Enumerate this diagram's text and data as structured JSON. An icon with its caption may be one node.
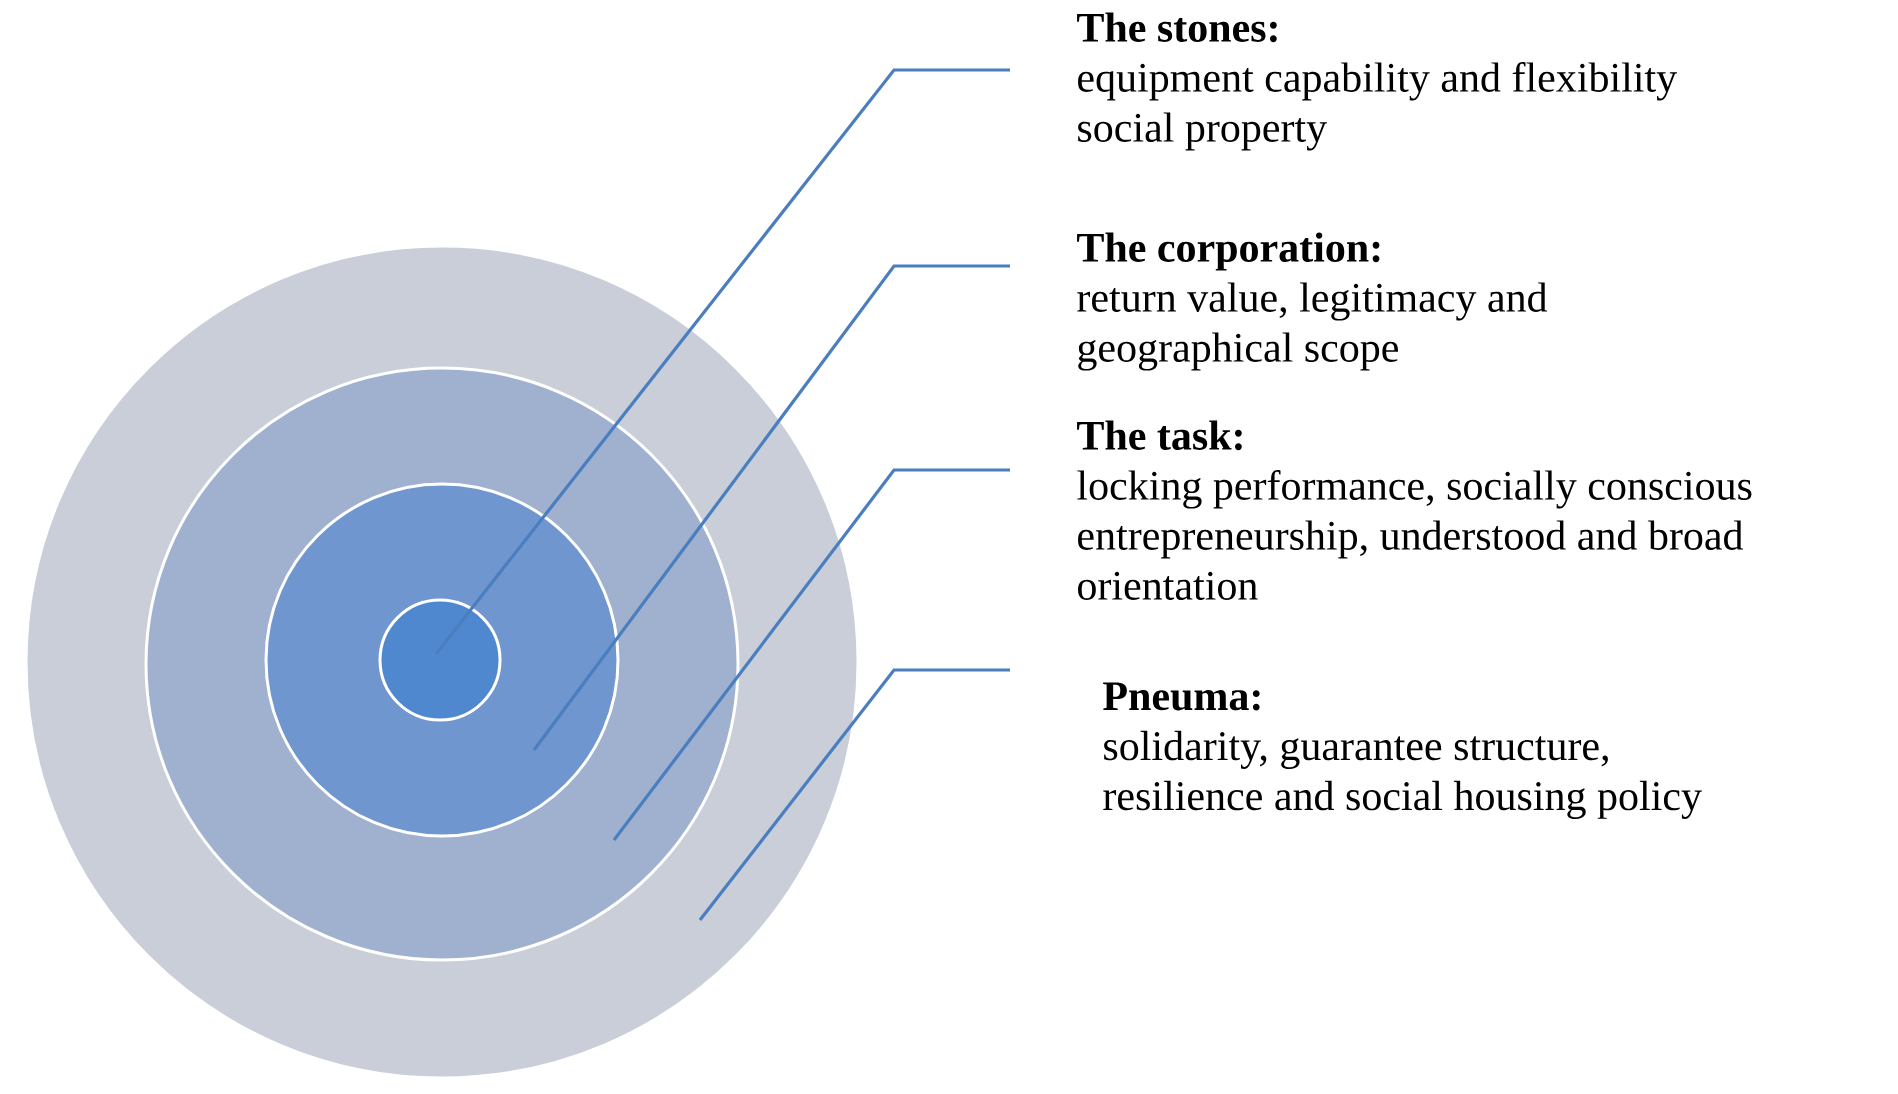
{
  "diagram": {
    "nodes": [
      {
        "text": [],
        "shape": "circle"
      },
      {
        "text": [],
        "shape": "circle",
        "in": 0
      },
      {
        "text": [],
        "shape": "circle",
        "in": 1
      },
      {
        "text": [],
        "shape": "circle",
        "in": 2
      },
      {
        "text": [
          "The stones:",
          "equipment capability and flexibility social property"
        ]
      },
      {
        "text": [
          "The corporation:",
          "return value, legitimacy and geographical scope"
        ]
      },
      {
        "text": [
          "The task:",
          "locking performance, socially conscious entrepreneurship, understood and broad orientation"
        ]
      },
      {
        "text": [
          "Pneuma:",
          "solidarity, guarantee structure, resilience and social housing policy"
        ]
      }
    ],
    "edges": [
      {
        "from": 4,
        "to": 3,
        "arrow": "none"
      },
      {
        "from": 5,
        "to": 2,
        "arrow": "none"
      },
      {
        "from": 6,
        "to": 1,
        "arrow": "none"
      },
      {
        "from": 7,
        "to": 0,
        "arrow": "none"
      }
    ]
  }
}
